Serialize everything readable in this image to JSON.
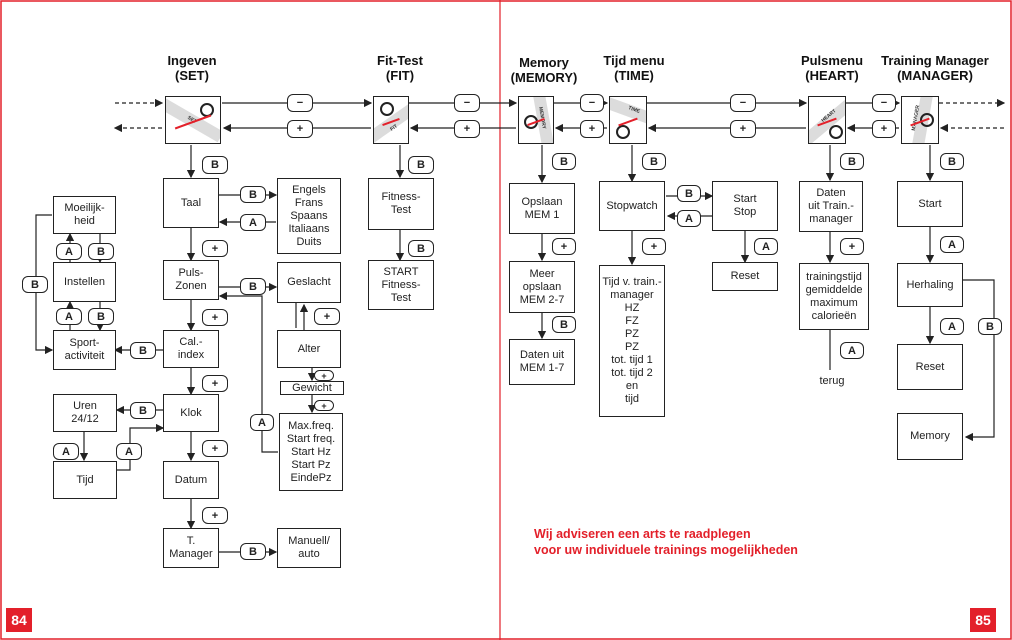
{
  "page_numbers": {
    "left": "84",
    "right": "85"
  },
  "headers": {
    "set": "Ingeven\n(SET)",
    "fit": "Fit-Test\n(FIT)",
    "memory": "Memory\n(MEMORY)",
    "time": "Tijd menu\n(TIME)",
    "heart": "Pulsmenu\n(HEART)",
    "manager": "Training Manager\n(MANAGER)"
  },
  "dial_labels": {
    "set": "SET",
    "fit": "FIT",
    "memory": "MEMORY",
    "time": "TIME",
    "heart": "HEART",
    "manager": "MANAGER"
  },
  "pills": {
    "minus": "−",
    "plus": "+",
    "b": "B",
    "a": "A"
  },
  "boxes": {
    "taal": "Taal",
    "languages": "Engels\nFrans\nSpaans\nItaliaans\nDuits",
    "moeilijkheid": "Moeilijk-\nheid",
    "instellen": "Instellen",
    "sportactiviteit": "Sport-\nactiviteit",
    "pulszonen": "Puls-\nZonen",
    "geslacht": "Geslacht",
    "alter": "Alter",
    "gewicht": "Gewicht",
    "maxfreq": "Max.freq.\nStart freq.\nStart Hz\nStart Pz\nEindePz",
    "calindex": "Cal.-\nindex",
    "klok": "Klok",
    "uren": "Uren\n24/12",
    "tijd": "Tijd",
    "datum": "Datum",
    "tmanager": "T.\nManager",
    "manuell": "Manuell/\nauto",
    "fitnesstest": "Fitness-\nTest",
    "startfitness": "START\nFitness-\nTest",
    "opslaan1": "Opslaan\nMEM 1",
    "opslaan27": "Meer\nopslaan\nMEM 2-7",
    "daten17": "Daten uit\nMEM 1-7",
    "stopwatch": "Stopwatch",
    "startstop": "Start\nStop",
    "reset_time": "Reset",
    "tijdtrain": "Tijd v. train.-\nmanager\nHZ\nFZ\nPZ\nPZ\ntot. tijd 1\ntot. tijd 2\nen\ntijd",
    "datenuit": "Daten\nuit Train.-\nmanager",
    "trainingstijd": "trainingstijd\ngemiddelde\nmaximum\ncalorieën",
    "start": "Start",
    "herhaling": "Herhaling",
    "reset_mgr": "Reset",
    "memory_mgr": "Memory"
  },
  "terug": "terug",
  "warning": {
    "line1": "Wij adviseren een arts te raadplegen",
    "line2": "voor uw individuele trainings mogelijkheden"
  },
  "colors": {
    "accent": "#e3202a",
    "line": "#222222"
  }
}
